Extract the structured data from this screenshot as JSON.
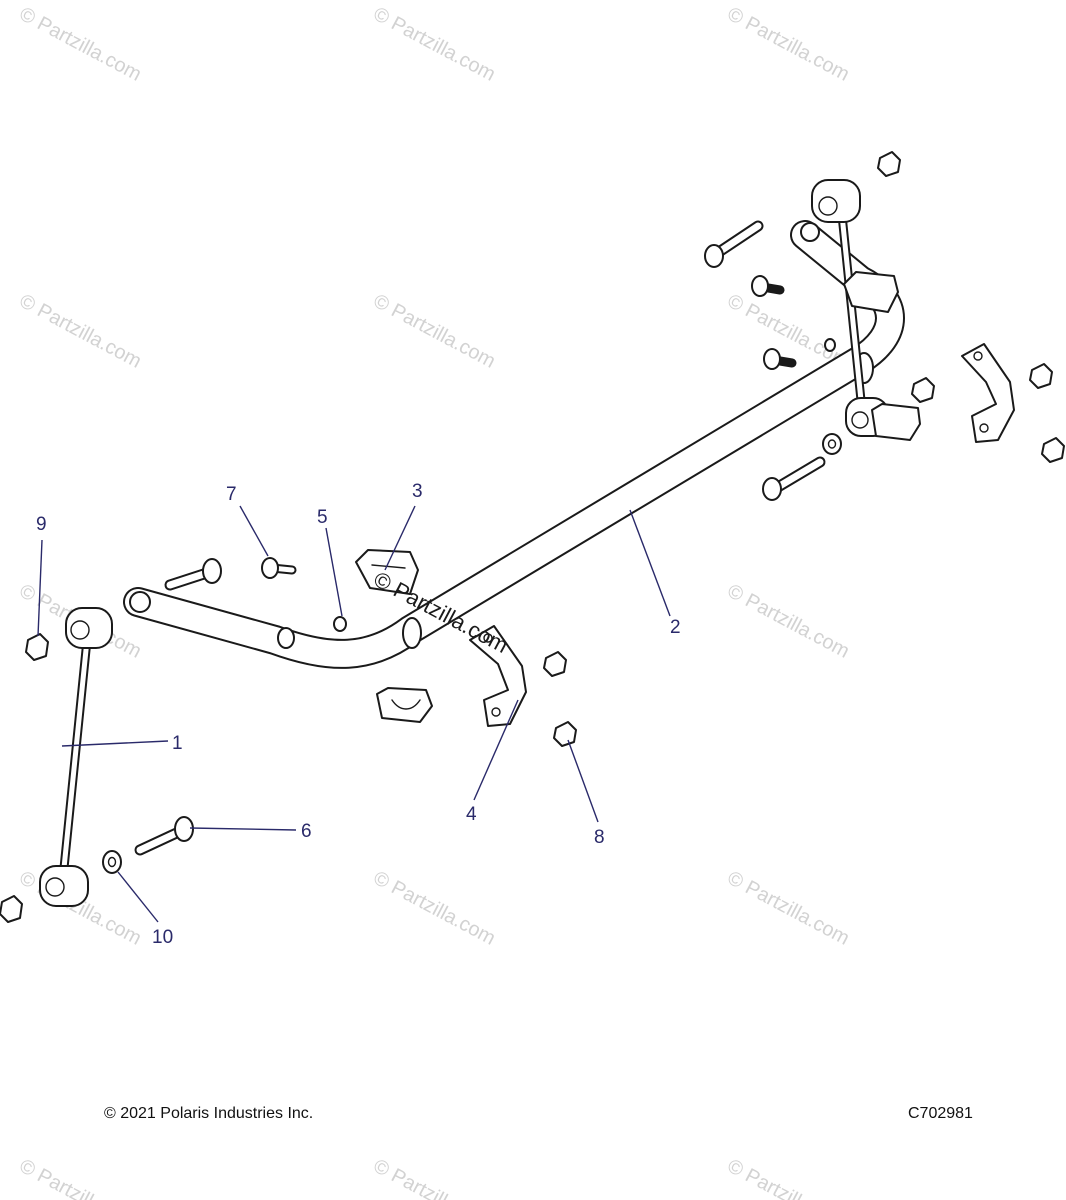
{
  "watermark": {
    "text": "© Partzilla.com"
  },
  "callouts": [
    {
      "id": "callout-1",
      "text": "1"
    },
    {
      "id": "callout-2",
      "text": "2"
    },
    {
      "id": "callout-3",
      "text": "3"
    },
    {
      "id": "callout-4",
      "text": "4"
    },
    {
      "id": "callout-5",
      "text": "5"
    },
    {
      "id": "callout-6",
      "text": "6"
    },
    {
      "id": "callout-7",
      "text": "7"
    },
    {
      "id": "callout-8",
      "text": "8"
    },
    {
      "id": "callout-9",
      "text": "9"
    },
    {
      "id": "callout-10",
      "text": "10"
    }
  ],
  "footer": {
    "copyright": "© 2021 Polaris Industries Inc.",
    "drawing_id": "C702981"
  }
}
